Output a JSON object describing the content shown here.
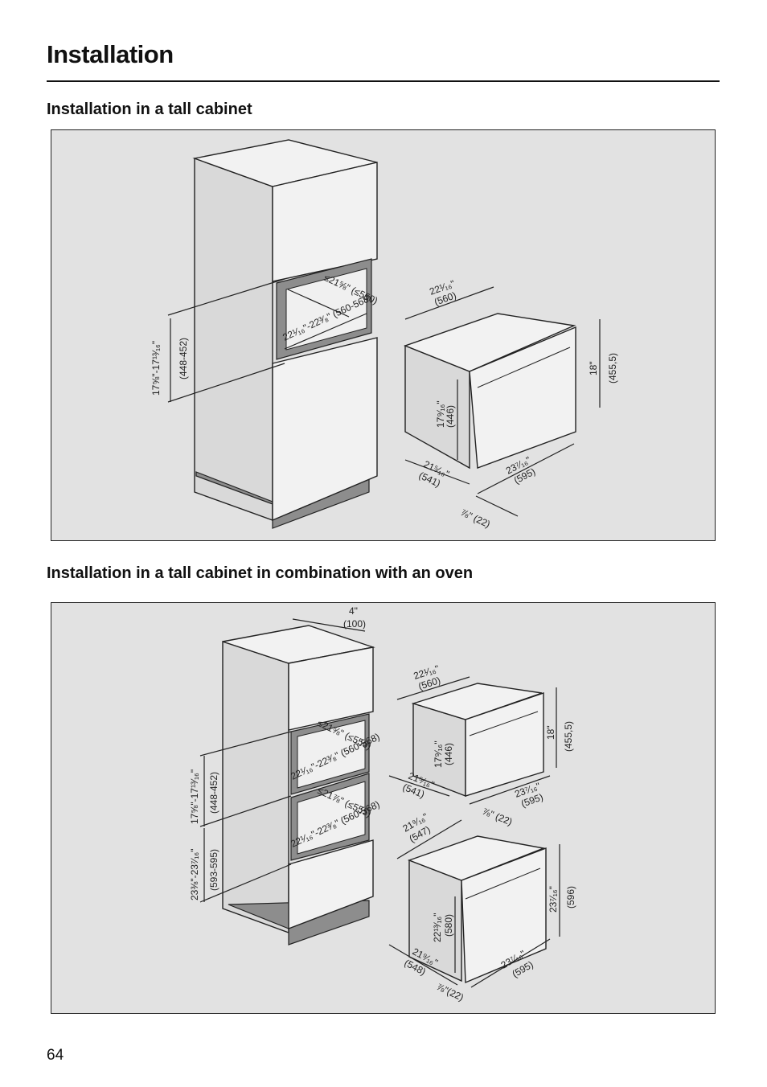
{
  "page": {
    "title": "Installation",
    "number": "64"
  },
  "section1": {
    "heading": "Installation in a tall cabinet",
    "labels": {
      "niche_width": "≤21⅝\" (≤550)",
      "niche_depth": "22¹⁄₁₆\"-22³⁄₈\" (560-568)",
      "niche_height_in": "17⅝\"-17¹³⁄₁₆\"",
      "niche_height_mm": "(448-452)",
      "appliance_depth_in": "22¹⁄₁₆\"",
      "appliance_depth_mm": "(560)",
      "front_height_in": "18\"",
      "front_height_mm": "(455,5)",
      "body_height_in": "17⁹⁄₁₆\"",
      "body_height_mm": "(446)",
      "body_width_in": "21⁵⁄₁₆\"",
      "body_width_mm": "(541)",
      "front_width_in": "23⁷⁄₁₆\"",
      "front_width_mm": "(595)",
      "panel_in": "⅞\" (22)"
    }
  },
  "section2": {
    "heading": "Installation in a tall cabinet in combination with an oven",
    "labels": {
      "top_depth_in": "4\"",
      "top_depth_mm": "(100)",
      "upper_niche_width": "≤21⅝\" (≤550)",
      "upper_niche_depth": "22¹⁄₁₆\"-22³⁄₈\" (560-568)",
      "lower_niche_width": "≤21⅞\" (≤555)",
      "lower_niche_depth": "22¹⁄₁₆\"-22³⁄₈\" (560-568)",
      "niche_height_in": "17⅝\"-17¹³⁄₁₆\"",
      "niche_height_mm": "(448-452)",
      "oven_niche_height_in": "23⅜\"-23⁷⁄₁₆\"",
      "oven_niche_height_mm": "(593-595)",
      "a_depth_in": "22¹⁄₁₆\"",
      "a_depth_mm": "(560)",
      "a_body_height_in": "17⁹⁄₁₆\"",
      "a_body_height_mm": "(446)",
      "a_front_height_in": "18\"",
      "a_front_height_mm": "(455,5)",
      "a_body_width_in": "21⁵⁄₁₆\"",
      "a_body_width_mm": "(541)",
      "a_front_width_in": "23⁷⁄₁₆\"",
      "a_front_width_mm": "(595)",
      "a_panel": "⅞\" (22)",
      "b_depth_in": "21⁹⁄₁₆\"",
      "b_depth_mm": "(547)",
      "b_body_height_in": "22¹³⁄₁₆\"",
      "b_body_height_mm": "(580)",
      "b_front_height_in": "23⁷⁄₁₆\"",
      "b_front_height_mm": "(596)",
      "b_body_width_in": "21⁹⁄₁₆\"",
      "b_body_width_mm": "(548)",
      "b_front_width_in": "23⁷⁄₁₆\"",
      "b_front_width_mm": "(595)",
      "b_panel": "⅞\"(22)"
    }
  }
}
